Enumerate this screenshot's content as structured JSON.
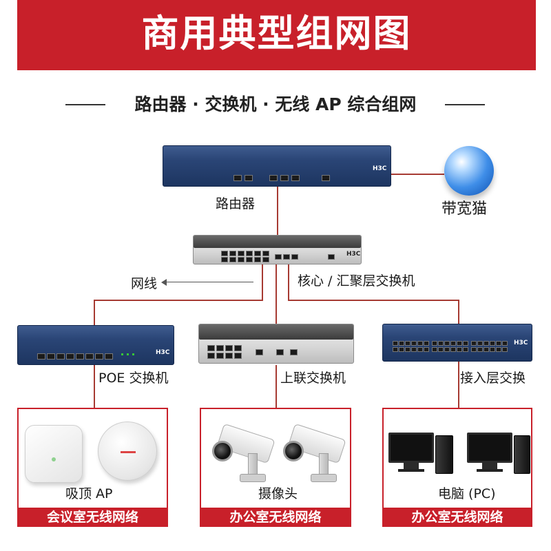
{
  "header": {
    "title": "商用典型组网图",
    "subtitle": "路由器 · 交换机 · 无线 AP 综合组网"
  },
  "devices": {
    "router": {
      "label": "路由器",
      "brand": "H3C"
    },
    "modem": {
      "label": "带宽猫"
    },
    "core_switch": {
      "label": "核心 / 汇聚层交换机",
      "brand": "H3C"
    },
    "cable": {
      "label": "网线"
    },
    "poe_switch": {
      "label": "POE 交换机",
      "brand": "H3C"
    },
    "uplink_switch": {
      "label": "上联交换机"
    },
    "access_switch": {
      "label": "接入层交换",
      "brand": "H3C"
    }
  },
  "panels": [
    {
      "device_label": "吸顶 AP",
      "bar_label": "会议室无线网络"
    },
    {
      "device_label": "摄像头",
      "bar_label": "办公室无线网络"
    },
    {
      "device_label": "电脑 (PC)",
      "bar_label": "办公室无线网络"
    }
  ],
  "colors": {
    "accent": "#c8202a",
    "wire": "#a63a32",
    "device_blue": "#2a4576"
  }
}
